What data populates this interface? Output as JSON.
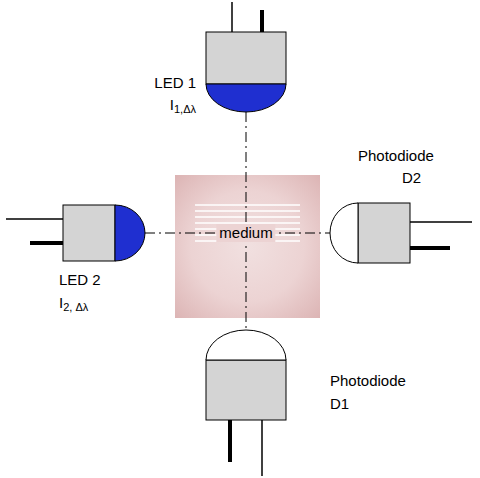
{
  "diagram": {
    "nodes": [
      {
        "text": [
          "LED 1",
          "I1,Δλ"
        ]
      },
      {
        "text": [
          "medium"
        ]
      },
      {
        "text": [
          "LED 2",
          "I2, Δλ"
        ]
      },
      {
        "text": [
          "Photodiode",
          "D2"
        ]
      },
      {
        "text": [
          "Photodiode",
          "D1"
        ]
      }
    ],
    "edges": [
      {
        "from": 0,
        "to": 4,
        "arrow": "none"
      },
      {
        "from": 2,
        "to": 3,
        "arrow": "none"
      }
    ]
  }
}
